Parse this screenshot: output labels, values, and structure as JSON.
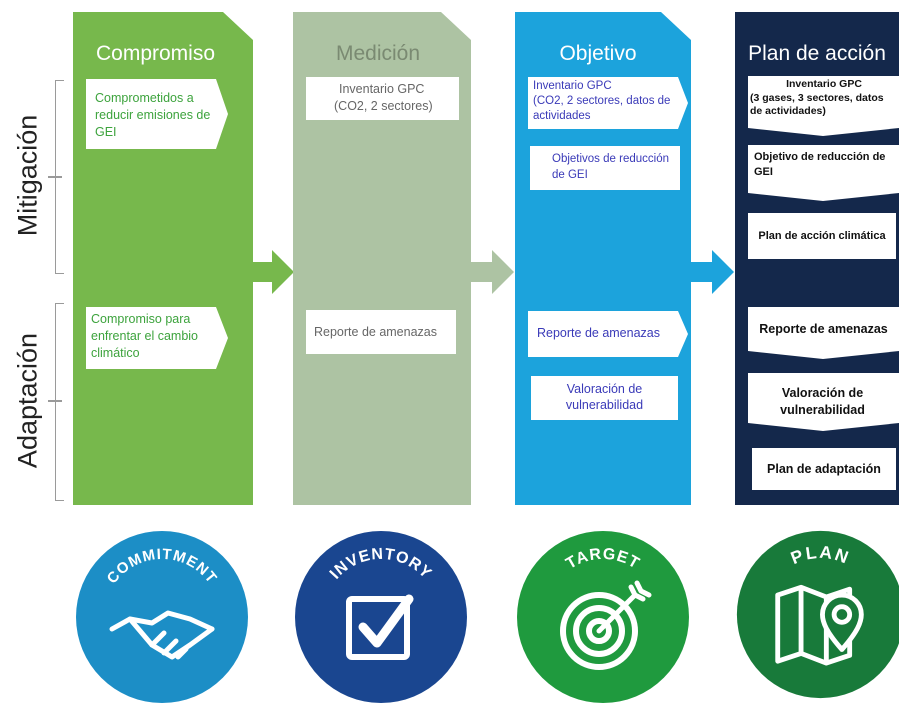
{
  "colors": {
    "compromiso": "#77b84c",
    "medicion": "#adc3a3",
    "objetivo": "#1ca3dc",
    "plan": "#14284b",
    "commitment_circle": "#1c8ec6",
    "inventory_circle": "#1a4690",
    "target_circle": "#1f9a3e",
    "plan_circle": "#187a3a"
  },
  "side_labels": {
    "mitigacion": "Mitigación",
    "adaptacion": "Adaptación"
  },
  "columns": {
    "compromiso": {
      "title": "Compromiso",
      "box1": "Comprometidos a reducir emisiones de GEI",
      "box2": "Compromiso para enfrentar el cambio climático"
    },
    "medicion": {
      "title": "Medición",
      "box1_line1": "Inventario GPC",
      "box1_line2": "(CO2, 2 sectores)",
      "box2": "Reporte de amenazas"
    },
    "objetivo": {
      "title": "Objetivo",
      "box1_line1": "Inventario GPC",
      "box1_line2": "(CO2, 2 sectores, datos de actividades",
      "box2": "Objetivos de reducción de GEI",
      "box3": "Reporte de amenazas",
      "box4": "Valoración de vulnerabilidad"
    },
    "plan": {
      "title": "Plan de acción",
      "box1_line1": "Inventario GPC",
      "box1_line2": "(3 gases, 3 sectores, datos de actividades)",
      "box2": "Objetivo de reducción de GEI",
      "box3": "Plan de acción climática",
      "box4": "Reporte de amenazas",
      "box5": "Valoración de vulnerabilidad",
      "box6": "Plan de adaptación"
    }
  },
  "icons": {
    "commitment": {
      "label": "COMMITMENT",
      "icon": "handshake-icon"
    },
    "inventory": {
      "label": "INVENTORY",
      "icon": "checkbox-icon"
    },
    "target": {
      "label": "TARGET",
      "icon": "target-icon"
    },
    "plan": {
      "label": "PLAN",
      "icon": "map-pin-icon"
    }
  }
}
